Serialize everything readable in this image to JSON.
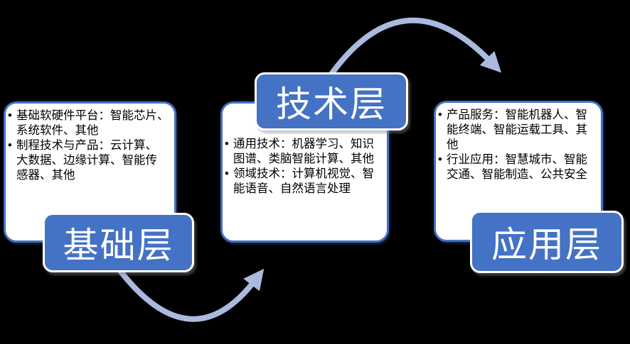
{
  "colors": {
    "background": "#000000",
    "panel_fill": "#FFFFFF",
    "panel_border": "#4472C4",
    "label_fill": "#4472C4",
    "label_border": "#FFFFFF",
    "label_text": "#FFFFFF",
    "body_text": "#000000",
    "arrow": "#ACB9DF"
  },
  "layers": [
    {
      "id": "base",
      "label": "基础层",
      "label_position": "bottom-left",
      "bullets": [
        {
          "text": "基础软硬件平台：智能芯片、系统软件、其他",
          "lines": [
            "基础软硬件平台：智能芯片、",
            "系统软件、其他"
          ]
        },
        {
          "text": "制程技术与产品：云计算、大数据、边缘计算、智能传感器、其他",
          "lines": [
            "制程技术与产品：云计算、",
            "大数据、边缘计算、智能传",
            "感器、其他"
          ]
        }
      ]
    },
    {
      "id": "tech",
      "label": "技术层",
      "label_position": "top",
      "bullets": [
        {
          "text": "通用技术：机器学习、知识图谱、类脑智能计算、其他",
          "lines": [
            "通用技术：机器学习、知识",
            "图谱、类脑智能计算、其他"
          ]
        },
        {
          "text": "领域技术：计算机视觉、智能语音、自然语言处理",
          "lines": [
            "领域技术：计算机视觉、智",
            "能语音、自然语言处理"
          ]
        }
      ]
    },
    {
      "id": "app",
      "label": "应用层",
      "label_position": "bottom-right",
      "bullets": [
        {
          "text": "产品服务：智能机器人、智能终端、智能运载工具、其他",
          "lines": [
            "产品服务：智能机器人、智",
            "能终端、智能运载工具、其",
            "他"
          ]
        },
        {
          "text": "行业应用：智慧城市、智能交通、智能制造、公共安全",
          "lines": [
            "行业应用：智慧城市、智能",
            "交通、智能制造、公共安全"
          ]
        }
      ]
    }
  ],
  "arrows": [
    {
      "name": "base-to-tech",
      "from": "基础层",
      "to": "技术层"
    },
    {
      "name": "tech-to-app",
      "from": "技术层",
      "to": "应用层"
    }
  ]
}
